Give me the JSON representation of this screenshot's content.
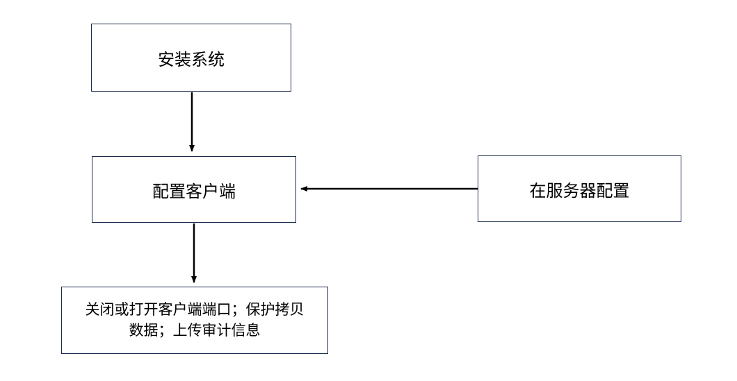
{
  "diagram": {
    "title": "client-server configuration flowchart",
    "colors": {
      "background": "#ffffff",
      "box_border": "#1b2b4b",
      "arrow": "#000000",
      "text": "#000000"
    },
    "nodes": [
      {
        "id": "install-system",
        "label": "安装系统"
      },
      {
        "id": "configure-client",
        "label": "配置客户端"
      },
      {
        "id": "server-config",
        "label": "在服务器配置"
      },
      {
        "id": "client-actions",
        "label": "关闭或打开客户端端口；保护拷贝数据；上传审计信息",
        "lines": [
          "关闭或打开客户端端口；保护拷贝",
          "数据；上传审计信息"
        ]
      }
    ],
    "edges": [
      {
        "from": "install-system",
        "to": "configure-client",
        "direction": "down"
      },
      {
        "from": "server-config",
        "to": "configure-client",
        "direction": "left"
      },
      {
        "from": "configure-client",
        "to": "client-actions",
        "direction": "down"
      }
    ]
  }
}
